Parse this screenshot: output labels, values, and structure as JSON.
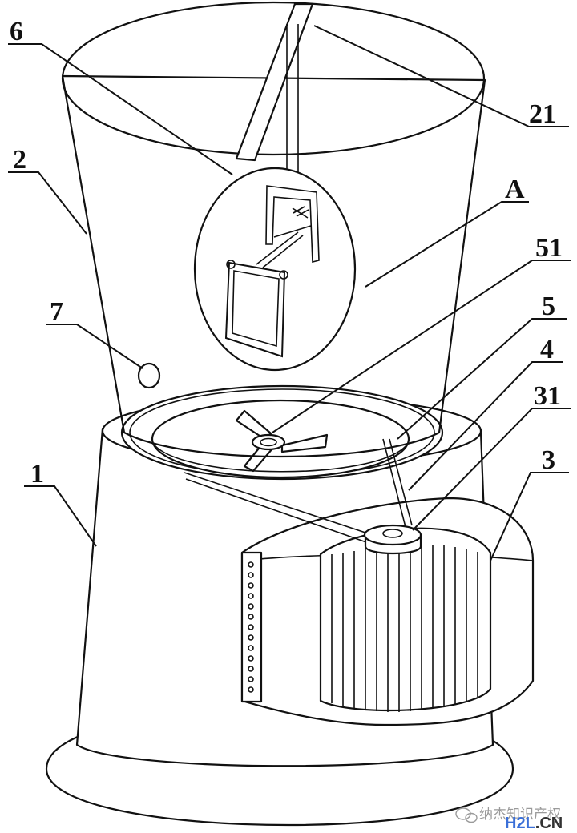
{
  "labels": {
    "l6": "6",
    "l2": "2",
    "l7": "7",
    "l1": "1",
    "l21": "21",
    "lA": "A",
    "l51": "51",
    "l5": "5",
    "l4": "4",
    "l31": "31",
    "l3": "3"
  },
  "watermark": {
    "text_cn": "纳杰知识产权",
    "brand_h2l": "H2L",
    "brand_cn": ".CN",
    "colors": {
      "h2": "#3a6fd8",
      "l": "#d94a2b",
      "cn": "#333333"
    }
  },
  "colors": {
    "line": "#111111",
    "background": "#ffffff"
  }
}
